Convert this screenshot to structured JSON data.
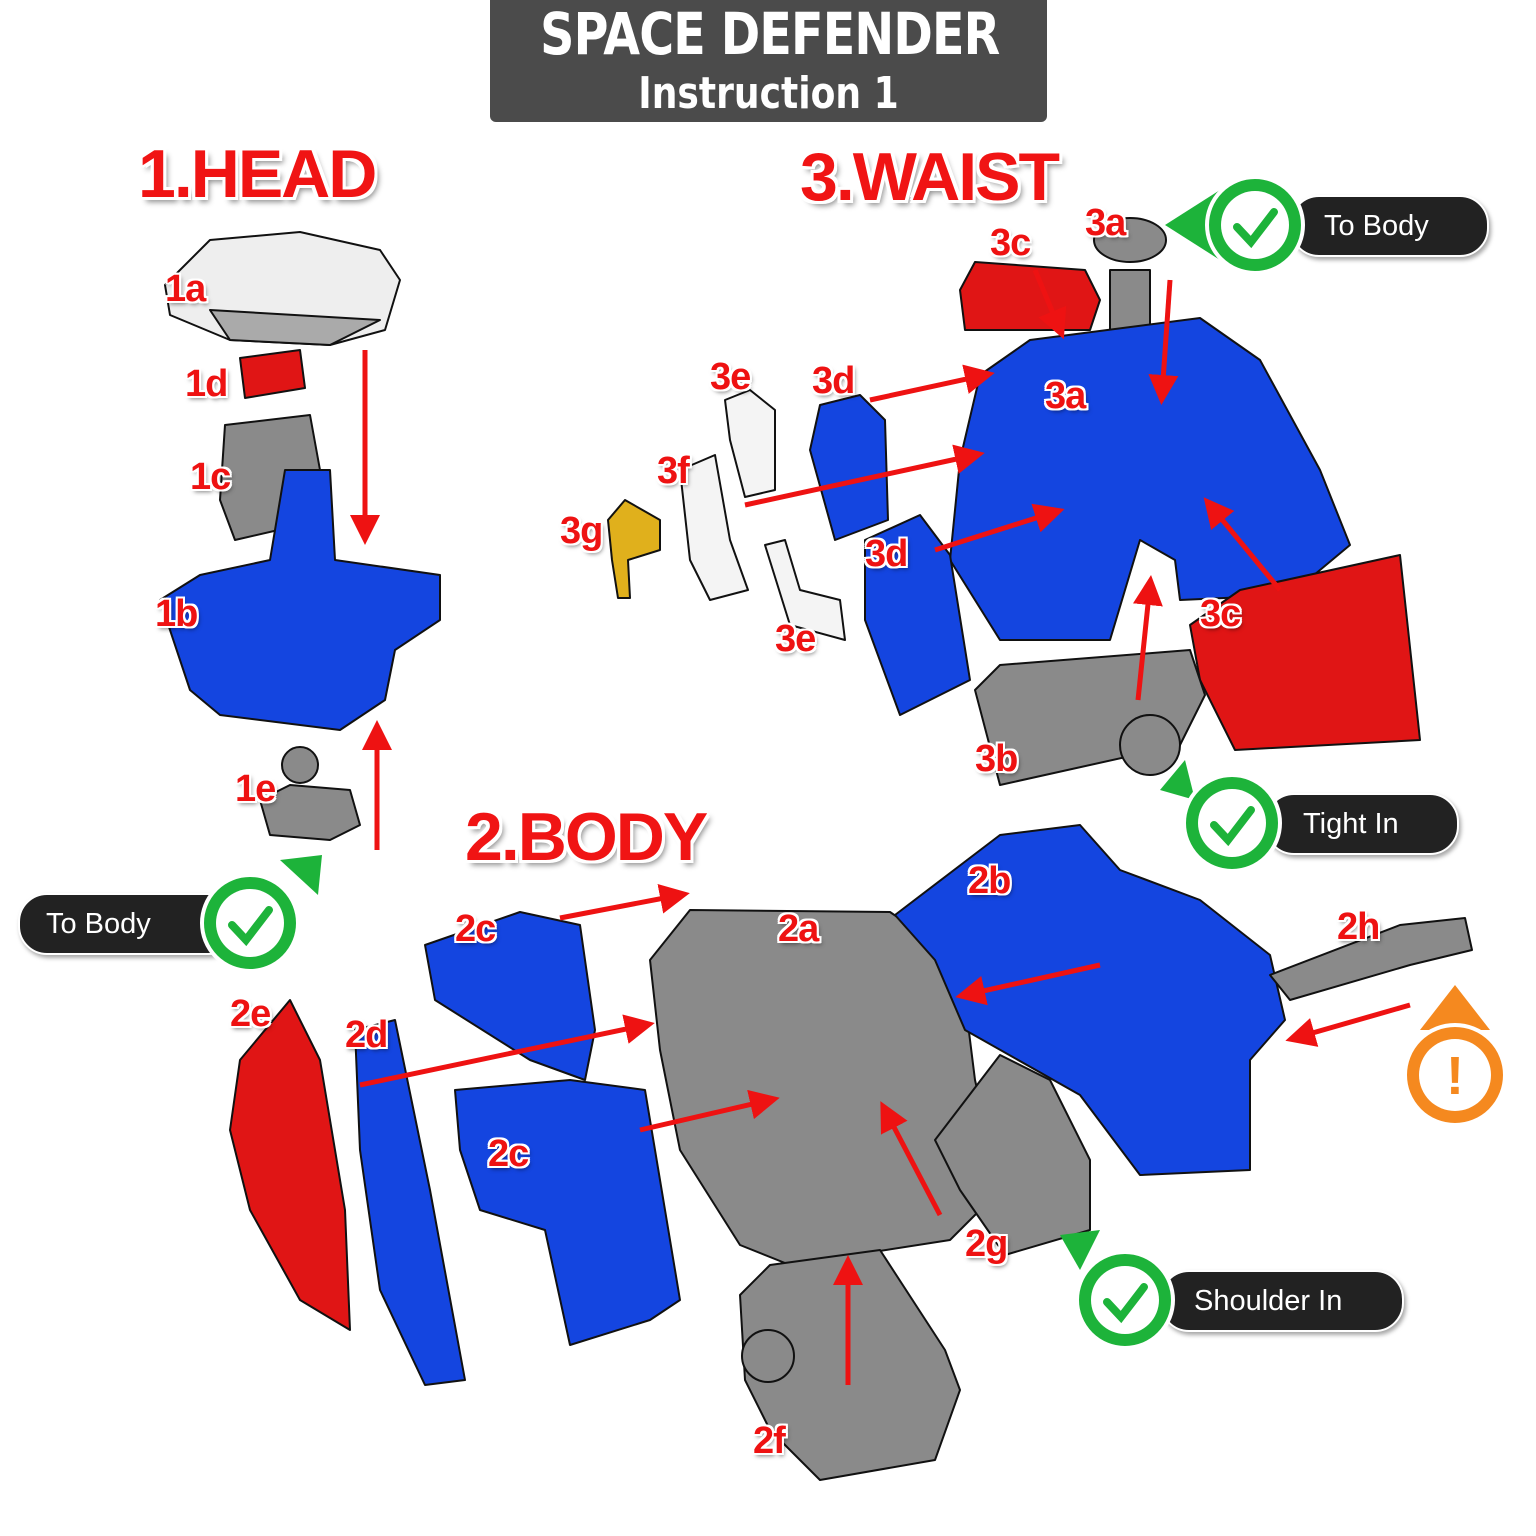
{
  "title": {
    "main": "SPACE DEFENDER",
    "sub": "Instruction 1"
  },
  "sections": {
    "head": "1.HEAD",
    "waist": "3.WAIST",
    "body": "2.BODY"
  },
  "labels": {
    "l1a": "1a",
    "l1d": "1d",
    "l1c": "1c",
    "l1b": "1b",
    "l1e": "1e",
    "l3a_top": "3a",
    "l3c_top": "3c",
    "l3a": "3a",
    "l3e_top": "3e",
    "l3d_top": "3d",
    "l3f": "3f",
    "l3g": "3g",
    "l3d": "3d",
    "l3e": "3e",
    "l3c": "3c",
    "l3b": "3b",
    "l2b": "2b",
    "l2c_top": "2c",
    "l2a": "2a",
    "l2h": "2h",
    "l2e": "2e",
    "l2d": "2d",
    "l2c": "2c",
    "l2g": "2g",
    "l2f": "2f"
  },
  "callouts": [
    {
      "text": "To Body",
      "icon": "check-icon",
      "color": "#1db33a"
    },
    {
      "text": "Tight In",
      "icon": "check-icon",
      "color": "#1db33a"
    },
    {
      "text": "To Body",
      "icon": "check-icon",
      "color": "#1db33a"
    },
    {
      "text": "Shoulder In",
      "icon": "check-icon",
      "color": "#1db33a"
    }
  ],
  "warning": {
    "icon": "exclamation-icon",
    "color": "#f5891f",
    "symbol": "!"
  },
  "colors": {
    "blue": "#1445e0",
    "red": "#ee1a1a",
    "gray": "#8a8a8a",
    "yellow": "#e0b01c",
    "arrow": "#ee1212"
  }
}
